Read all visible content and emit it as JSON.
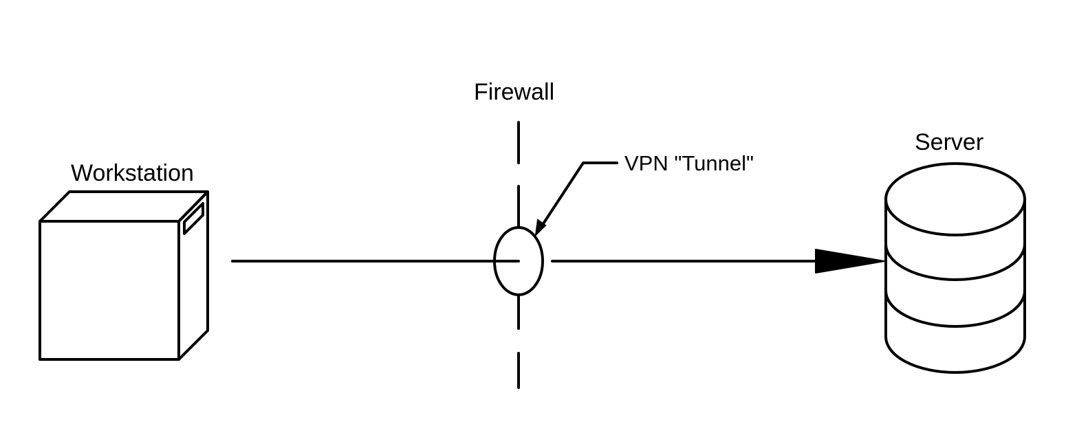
{
  "labels": {
    "workstation": "Workstation",
    "firewall": "Firewall",
    "vpn_tunnel": "VPN \"Tunnel\"",
    "server": "Server"
  },
  "colors": {
    "line": "#000000",
    "background": "#ffffff"
  },
  "icons": {
    "workstation": "computer-case-icon",
    "server": "database-cylinder-icon",
    "tunnel": "vpn-tunnel-ellipse"
  }
}
